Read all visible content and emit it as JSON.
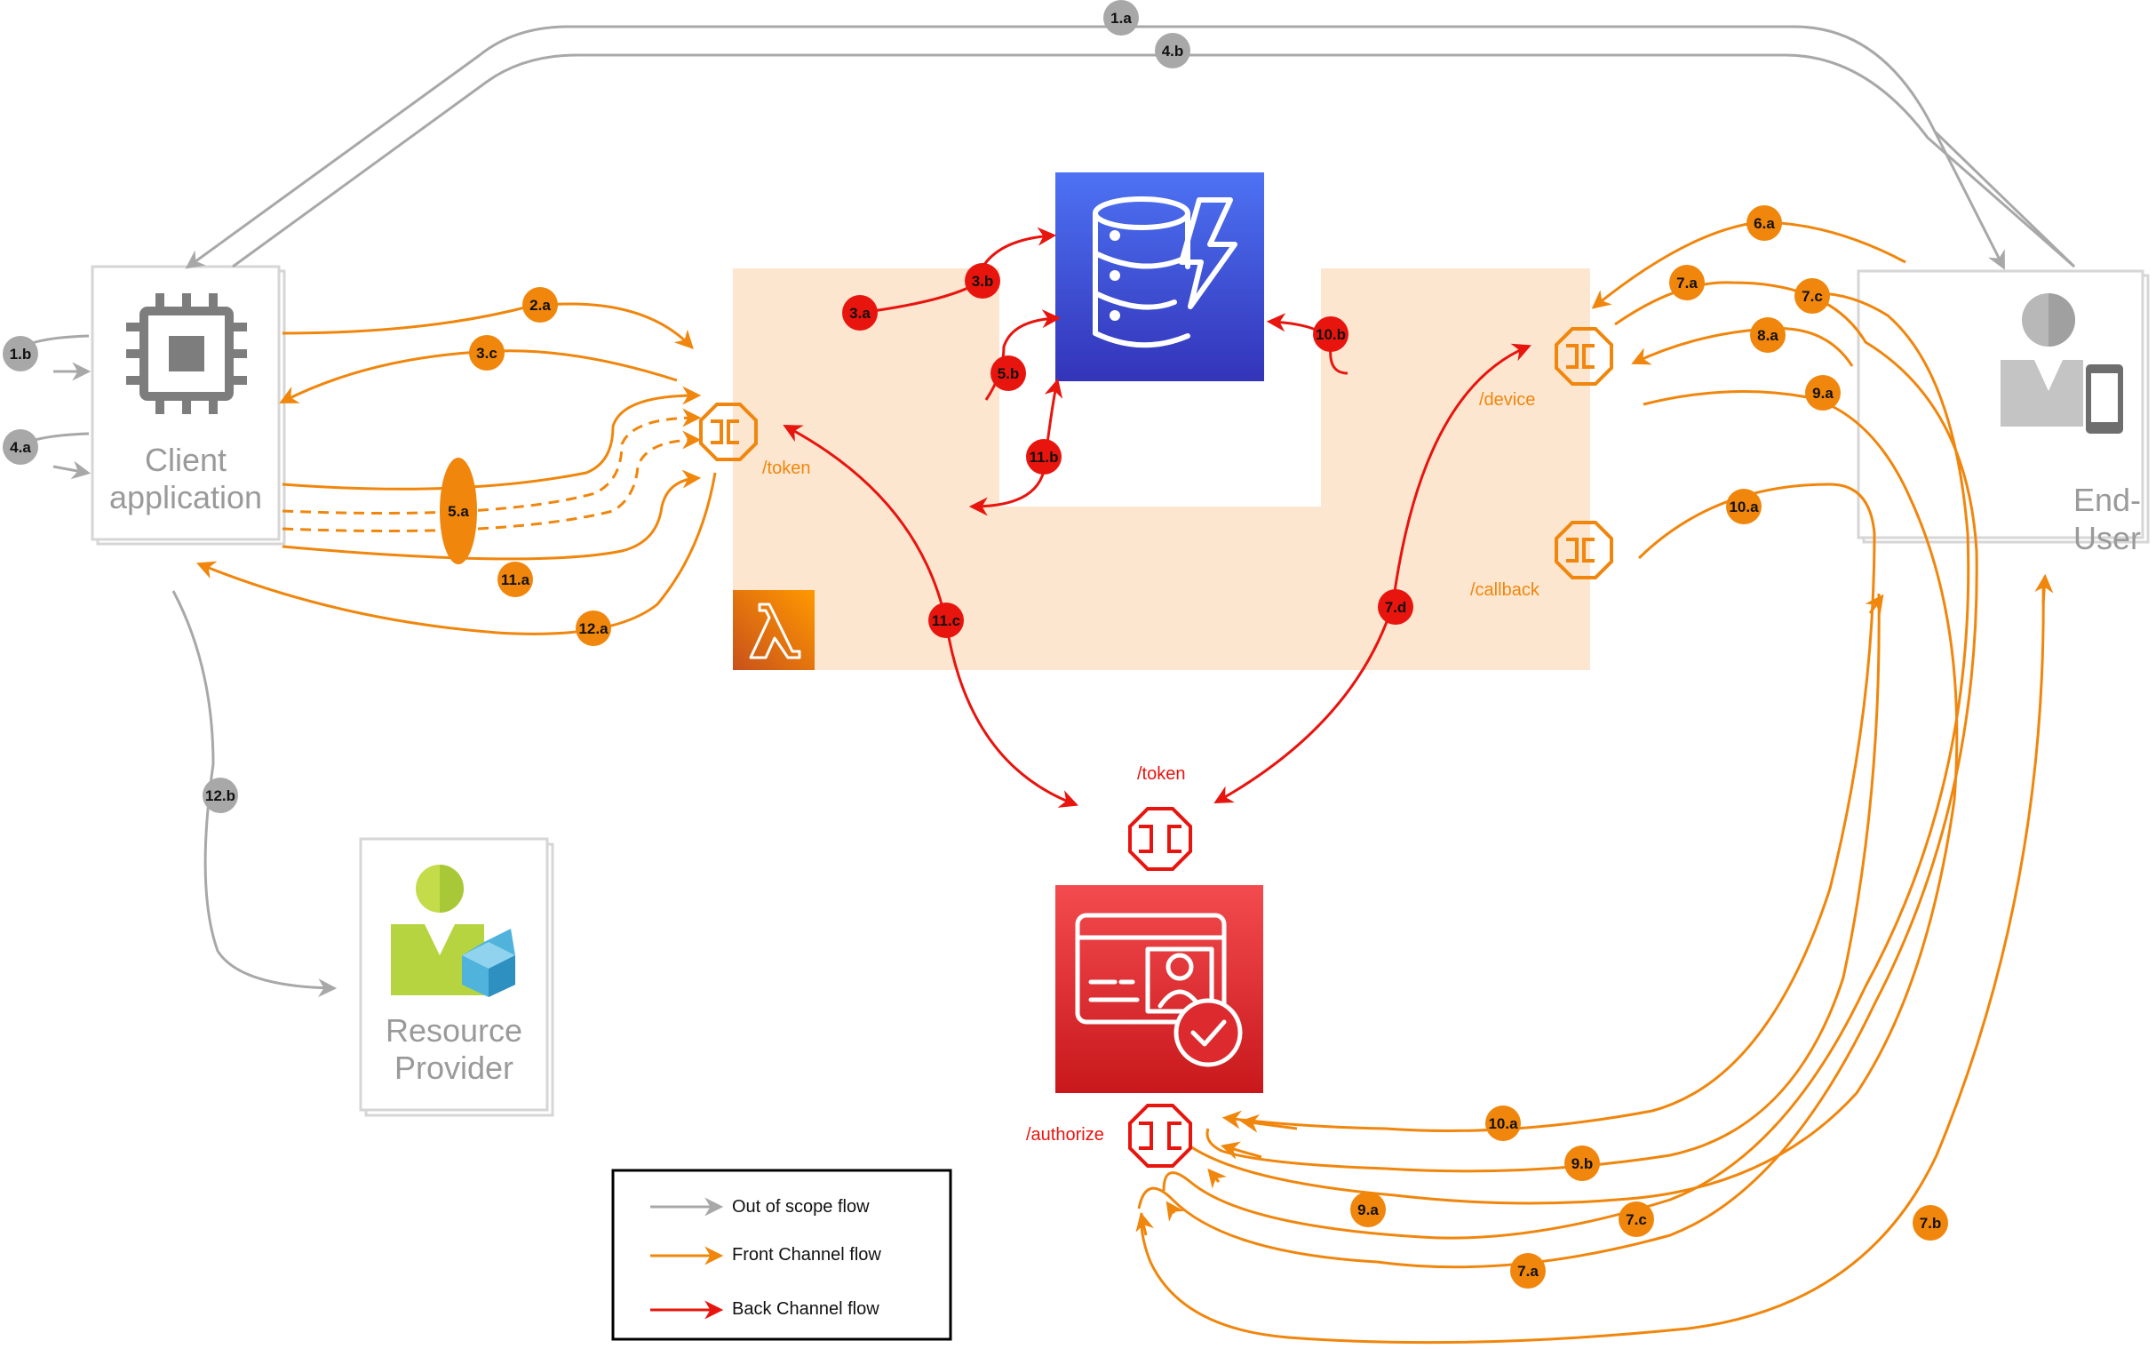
{
  "nodes": {
    "client_title": [
      "Client",
      "application"
    ],
    "end_user_title": [
      "End-",
      "User"
    ],
    "resource_provider_title": [
      "Resource",
      "Provider"
    ]
  },
  "endpoints": {
    "lambda_token": "/token",
    "lambda_device": "/device",
    "lambda_callback": "/callback",
    "cognito_token": "/token",
    "cognito_authorize": "/authorize"
  },
  "badges": {
    "b_1a": "1.a",
    "b_1b": "1.b",
    "b_4a": "4.a",
    "b_4b": "4.b",
    "b_12b": "12.b",
    "b_2a": "2.a",
    "b_3c": "3.c",
    "b_5a": "5.a",
    "b_11a": "11.a",
    "b_12a": "12.a",
    "b_3a": "3.a",
    "b_3b": "3.b",
    "b_5b": "5.b",
    "b_11b": "11.b",
    "b_10b": "10.b",
    "b_11c": "11.c",
    "b_7d": "7.d",
    "b_6a": "6.a",
    "b_7a_top": "7.a",
    "b_7c_top": "7.c",
    "b_8a": "8.a",
    "b_9a_top": "9.a",
    "b_10a_top": "10.a",
    "b_10a_bot": "10.a",
    "b_9b": "9.b",
    "b_9a_bot": "9.a",
    "b_7c_bot": "7.c",
    "b_7a_bot": "7.a",
    "b_7b": "7.b"
  },
  "legend": {
    "out_of_scope": "Out of scope flow",
    "front_channel": "Front Channel flow",
    "back_channel": "Back Channel flow"
  },
  "colors": {
    "out_of_scope": "#a8a8a8",
    "front_channel": "#f0860c",
    "back_channel": "#e8140e",
    "lambda_zone": "#fde6d0",
    "dynamodb": "#3b48cc",
    "cognito": "#dd2a2f"
  },
  "icons": {
    "client": "chip-icon",
    "end_user": "user-mobile-icon",
    "resource_provider": "user-cube-icon",
    "database": "dynamodb-icon",
    "lambda": "lambda-icon",
    "cognito": "cognito-id-card-icon",
    "endpoints": "api-endpoint-icon"
  }
}
